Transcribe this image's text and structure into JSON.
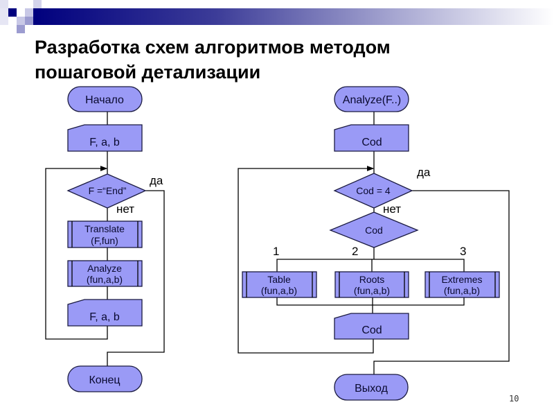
{
  "slide": {
    "title_line1": "Разработка схем алгоритмов методом",
    "title_line2": "пошаговой детализации",
    "page_number": "10",
    "colors": {
      "header_bar_start": "#00007e",
      "shape_fill": "#9a9af6",
      "shape_border": "#1a1a40"
    }
  },
  "left_flowchart": {
    "start": "Начало",
    "input1": "F, a, b",
    "condition": "F =“End”",
    "yes_label": "да",
    "no_label": "нет",
    "proc1_line1": "Translate",
    "proc1_line2": "(F,fun)",
    "proc2_line1": "Analyze",
    "proc2_line2": "(fun,a,b)",
    "input2": "F, a, b",
    "end": "Конец"
  },
  "right_flowchart": {
    "start": "Analyze(F..)",
    "input1": "Cod",
    "condition": "Cod = 4",
    "yes_label": "да",
    "no_label": "нет",
    "switch": "Cod",
    "case1": "1",
    "case2": "2",
    "case3": "3",
    "proc1_line1": "Table",
    "proc1_line2": "(fun,a,b)",
    "proc2_line1": "Roots",
    "proc2_line2": "(fun,a,b)",
    "proc3_line1": "Extremes",
    "proc3_line2": "(fun,a,b)",
    "input2": "Cod",
    "end": "Выход"
  }
}
